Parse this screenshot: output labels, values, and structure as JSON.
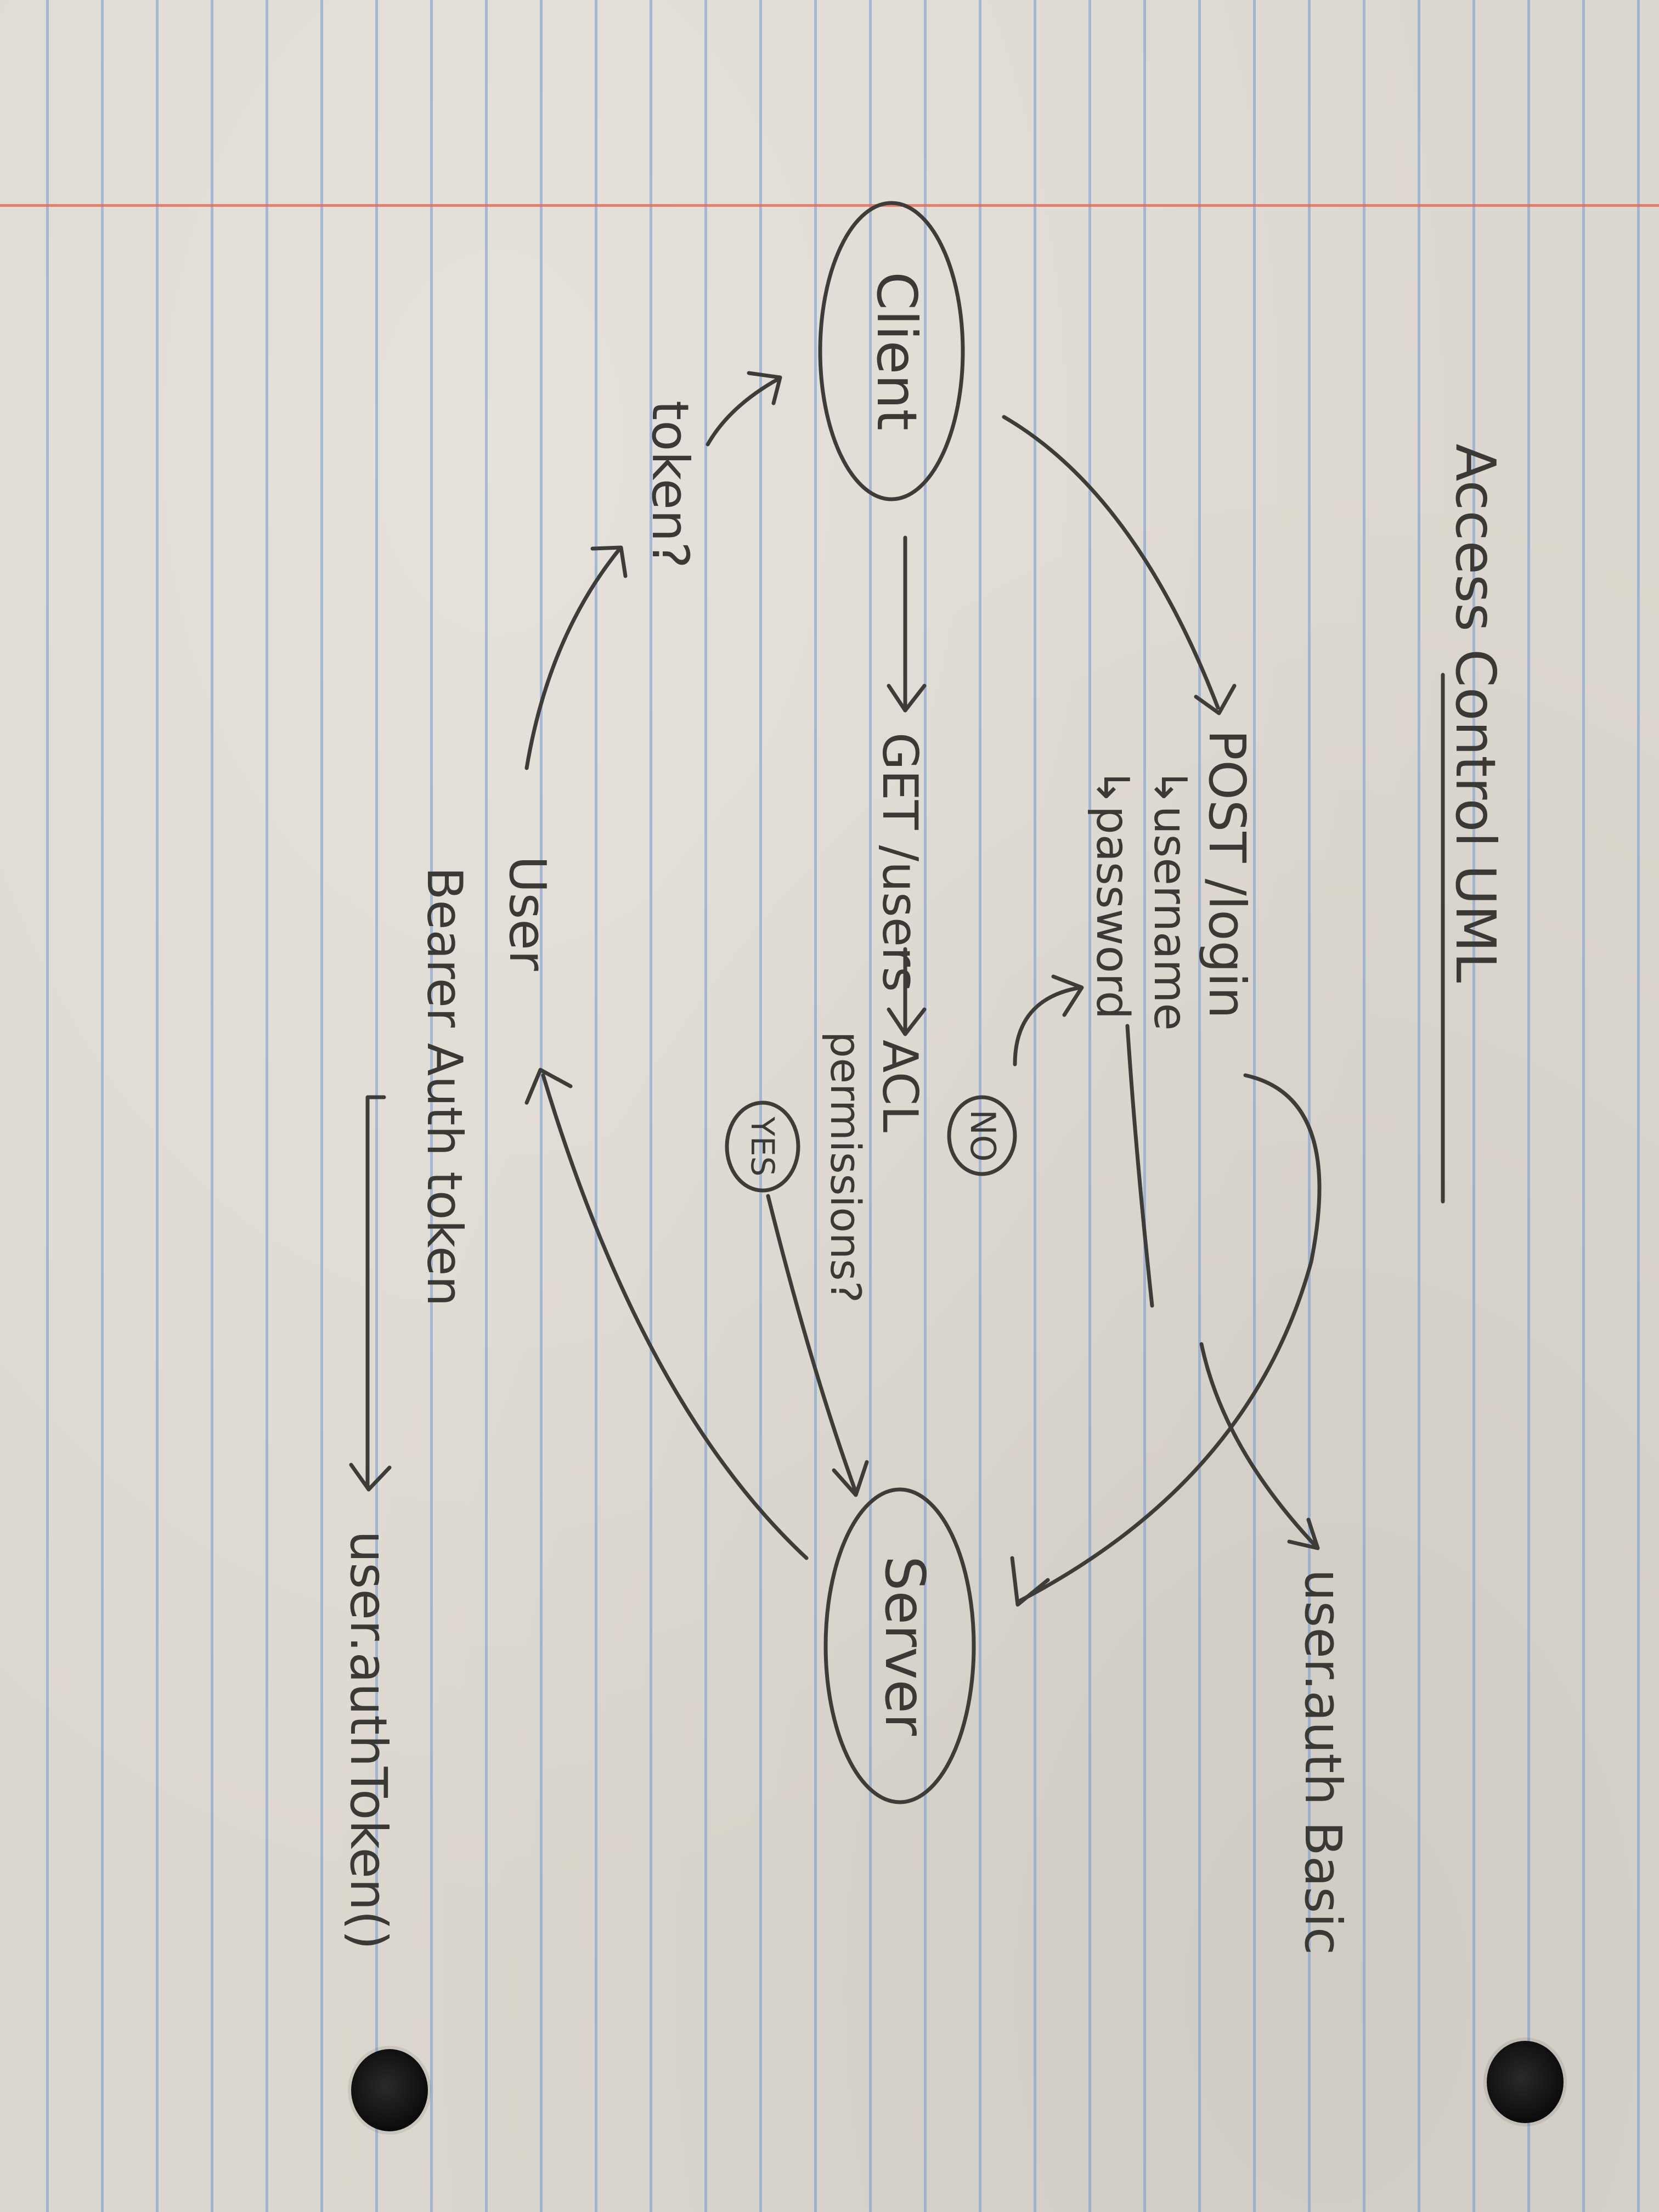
{
  "diagram": {
    "title": "Access Control UML",
    "nodes": {
      "client": "Client",
      "server": "Server",
      "user": "User"
    },
    "edges": {
      "post_login": "POST /login",
      "username": "↳username",
      "password": "↳password",
      "no": "NO",
      "get_users": "GET /users",
      "acl": "ACL",
      "permissions": "permissions?",
      "yes": "YES",
      "token_q": "token?",
      "bearer": "Bearer Auth token",
      "user_auth_basic": "user.auth Basic",
      "user_auth_token": "user.authToken()"
    }
  },
  "colors": {
    "ink": "#3e3c39",
    "paper": "#ddd8cf",
    "rule": "#7896c8",
    "margin": "#d76e5f"
  }
}
